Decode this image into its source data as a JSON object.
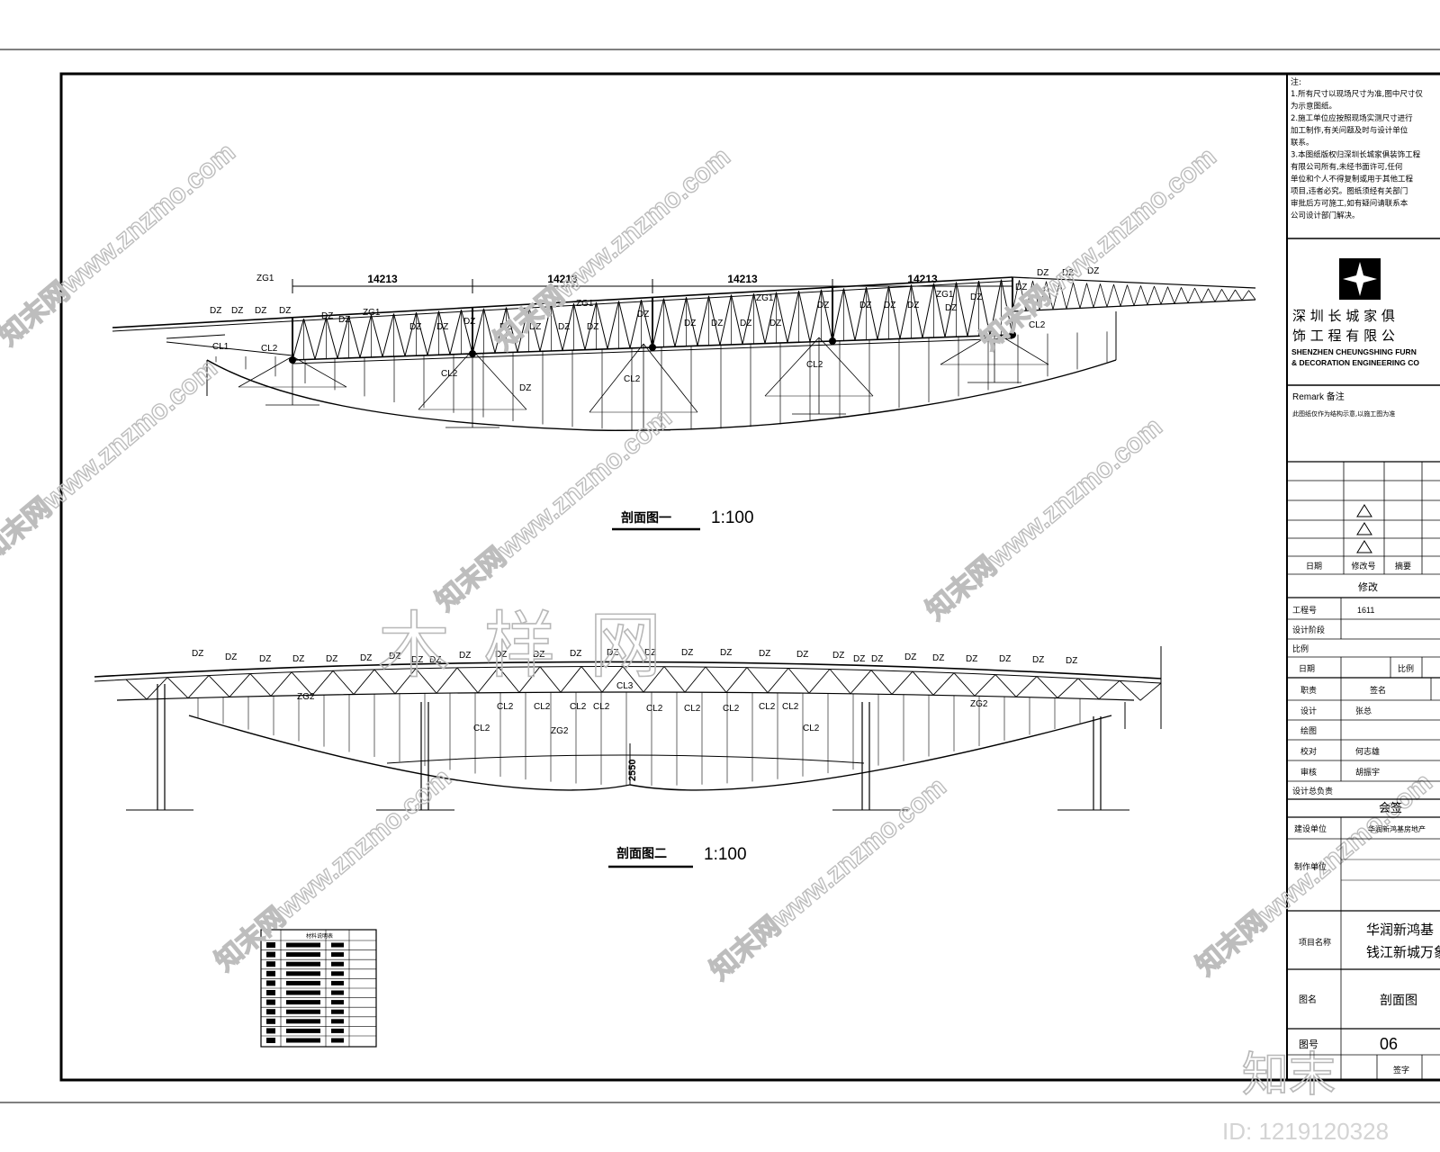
{
  "notes": {
    "heading": "注:",
    "lines": [
      "1.所有尺寸以现场尺寸为准,图中尺寸仅",
      "为示意图纸。",
      "2.施工单位应按照现场实测尺寸进行",
      "加工制作,有关问题及时与设计单位",
      "联系。",
      "3.本图纸版权归深圳长城家俱装饰工程",
      "有限公司所有,未经书面许可,任何",
      "单位和个人不得复制或用于其他工程",
      "项目,违者必究。图纸须经有关部门",
      "审批后方可施工,如有疑问请联系本",
      "公司设计部门解决。"
    ]
  },
  "company": {
    "name_cn_line1": "深 圳 长 城 家 俱",
    "name_cn_line2": "饰 工 程 有 限 公",
    "name_en_line1": "SHENZHEN CHEUNGSHING FURN",
    "name_en_line2": "& DECORATION ENGINEERING CO"
  },
  "remark": {
    "label": "Remark 备注",
    "text": "此图纸仅作为结构示意,以施工图为准"
  },
  "revision": {
    "date_label": "日期",
    "rev_label": "修改号",
    "desc_label": "摘要",
    "title": "修改"
  },
  "title_block": {
    "job_no_label": "工程号",
    "job_no_value": "1611",
    "design_stage_label": "设计阶段",
    "scale_ratio_label": "比例",
    "date_label": "日期",
    "scale_label": "比例",
    "role_label": "职责",
    "sign_label": "签名",
    "design_label": "设计",
    "design_sign": "张总",
    "drawn_label": "绘图",
    "check_label": "校对",
    "check_sign": "何志雄",
    "review_label": "审核",
    "review_sign": "胡振宇",
    "chief_label": "设计总负责",
    "seal_label": "会签",
    "owner_label": "建设单位",
    "owner_value": "华润新鸿基房地产",
    "construct_label": "制作单位",
    "project_label": "项目名称",
    "project_line1": "华润新鸿基",
    "project_line2": "钱江新城万象",
    "drawing_label": "图名",
    "drawing_value": "剖面图",
    "drawing_no_label": "图号",
    "drawing_no_value": "06",
    "sign_foot_label": "签字"
  },
  "section1": {
    "title": "剖面图一",
    "scale": "1:100",
    "dims": [
      "14213",
      "14213",
      "14213",
      "14213"
    ],
    "labels": {
      "dz": "DZ",
      "zg1": "ZG1",
      "cl1": "CL1",
      "cl2": "CL2"
    }
  },
  "section2": {
    "title": "剖面图二",
    "scale": "1:100",
    "dim": "2550",
    "labels": {
      "dz": "DZ",
      "zg2": "ZG2",
      "cl2": "CL2",
      "cl3": "CL3"
    }
  },
  "legend_table": {
    "header": "材料说明表"
  },
  "watermark": {
    "site": "知末网www.znzmo.com",
    "brand": "知末",
    "id": "ID: 1219120328",
    "overlay": "木 样 网"
  }
}
